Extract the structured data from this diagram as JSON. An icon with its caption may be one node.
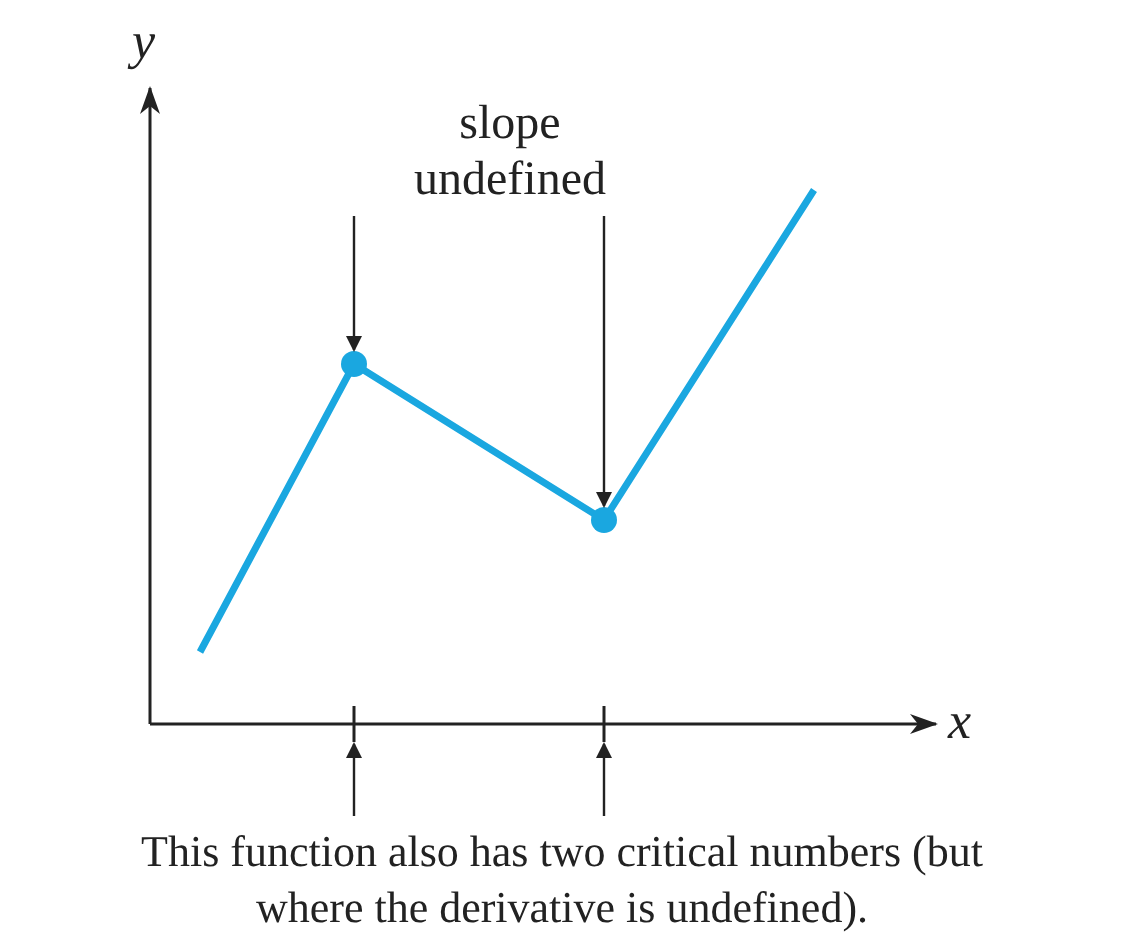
{
  "diagram": {
    "caption": "This function also has two critical numbers (but where the derivative is undefined).",
    "nodes": [
      {
        "text": [
          "slope undefined"
        ]
      },
      {
        "text": [],
        "shape": "circle"
      },
      {
        "text": [],
        "shape": "circle"
      },
      {
        "text": [],
        "shape": "bar"
      },
      {
        "text": [],
        "shape": "bar"
      }
    ],
    "edges": [
      {
        "from": 0,
        "to": 1,
        "arrow": "to"
      },
      {
        "from": 0,
        "to": 2,
        "arrow": "to"
      },
      {
        "from": null,
        "to": 3,
        "arrow": "to"
      },
      {
        "from": null,
        "to": 4,
        "arrow": "to"
      }
    ],
    "labels": [
      "y",
      "x"
    ]
  }
}
